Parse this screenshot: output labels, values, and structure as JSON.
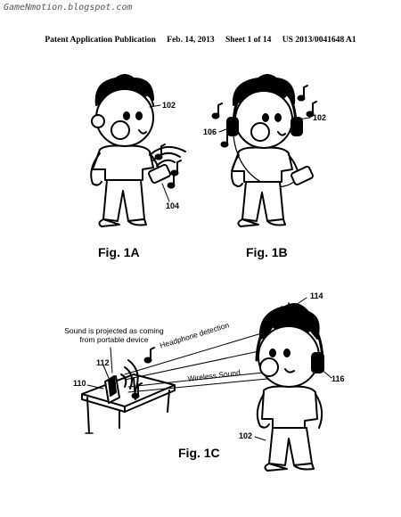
{
  "watermark": "GameNmotion.blogspot.com",
  "header": {
    "publication": "Patent Application Publication",
    "date": "Feb. 14, 2013",
    "sheet": "Sheet 1 of 14",
    "number": "US 2013/0041648 A1"
  },
  "figures": {
    "fig1a": {
      "label": "Fig. 1A",
      "refs": {
        "user": "102",
        "device": "104"
      }
    },
    "fig1b": {
      "label": "Fig. 1B",
      "refs": {
        "user": "102",
        "headphones": "106"
      }
    },
    "fig1c": {
      "label": "Fig. 1C",
      "annotation_line1": "Sound is projected as coming",
      "annotation_line2": "from portable device",
      "line_headphone": "Headphone detection",
      "line_wireless": "Wireless Sound",
      "refs": {
        "sensor": "114",
        "device": "110",
        "sound": "112",
        "headphones": "116",
        "user": "102"
      }
    }
  },
  "icons": [
    "music-note-icon",
    "sound-wave-icon"
  ]
}
